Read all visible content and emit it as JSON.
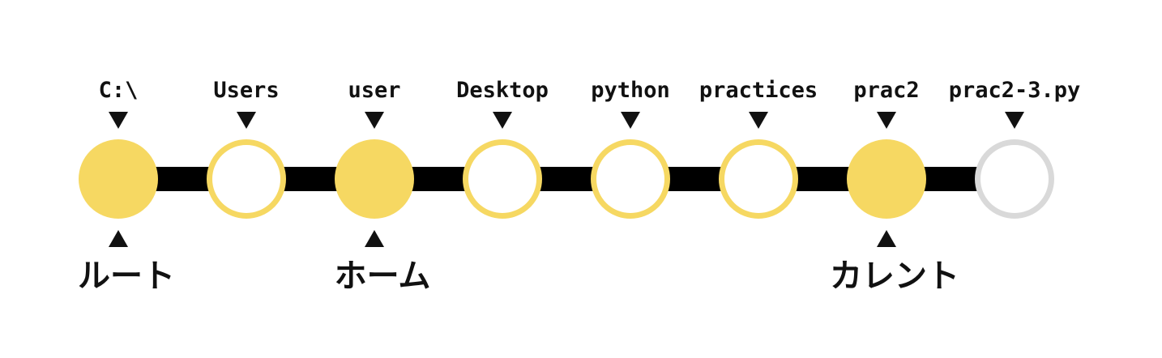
{
  "colors": {
    "accent": "#F6D862",
    "inactive_ring": "#D9D9D9",
    "line": "#000000",
    "text": "#111111",
    "background": "#FFFFFF"
  },
  "path_nodes": [
    {
      "label": "C:\\",
      "style": "filled",
      "marker": "root"
    },
    {
      "label": "Users",
      "style": "ring"
    },
    {
      "label": "user",
      "style": "filled",
      "marker": "home"
    },
    {
      "label": "Desktop",
      "style": "ring"
    },
    {
      "label": "python",
      "style": "ring"
    },
    {
      "label": "practices",
      "style": "ring"
    },
    {
      "label": "prac2",
      "style": "filled",
      "marker": "current"
    },
    {
      "label": "prac2-3.py",
      "style": "ring-inactive"
    }
  ],
  "markers": {
    "root": "ルート",
    "home": "ホーム",
    "current": "カレント"
  }
}
